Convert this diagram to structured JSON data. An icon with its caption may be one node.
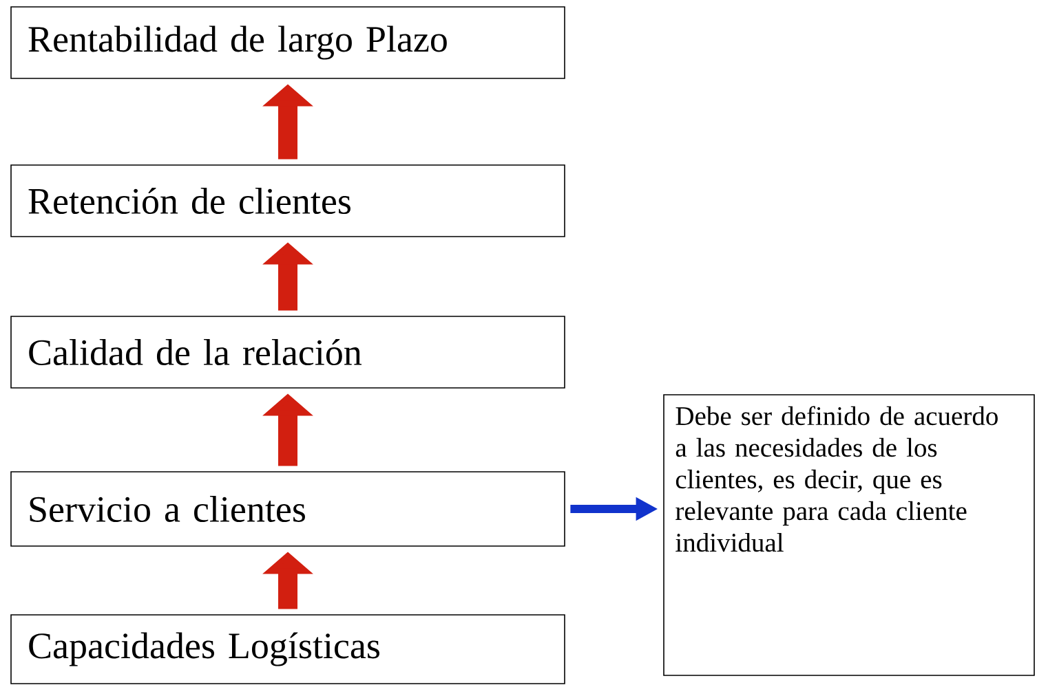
{
  "diagram": {
    "nodes": [
      {
        "text": [
          "Rentabilidad de largo Plazo"
        ]
      },
      {
        "text": [
          "Retención de clientes"
        ]
      },
      {
        "text": [
          "Calidad de la relación"
        ]
      },
      {
        "text": [
          "Servicio a clientes"
        ]
      },
      {
        "text": [
          "Capacidades Logísticas"
        ]
      },
      {
        "text": [
          "Debe ser definido de acuerdo a las necesidades de los clientes, es decir, que es relevante para cada cliente individual"
        ]
      }
    ],
    "edges": [
      {
        "from": 4,
        "to": 3,
        "arrow": "to"
      },
      {
        "from": 3,
        "to": 2,
        "arrow": "to"
      },
      {
        "from": 2,
        "to": 1,
        "arrow": "to"
      },
      {
        "from": 1,
        "to": 0,
        "arrow": "to"
      },
      {
        "from": 3,
        "to": 5,
        "arrow": "to",
        "color": "#1133cc"
      }
    ]
  }
}
